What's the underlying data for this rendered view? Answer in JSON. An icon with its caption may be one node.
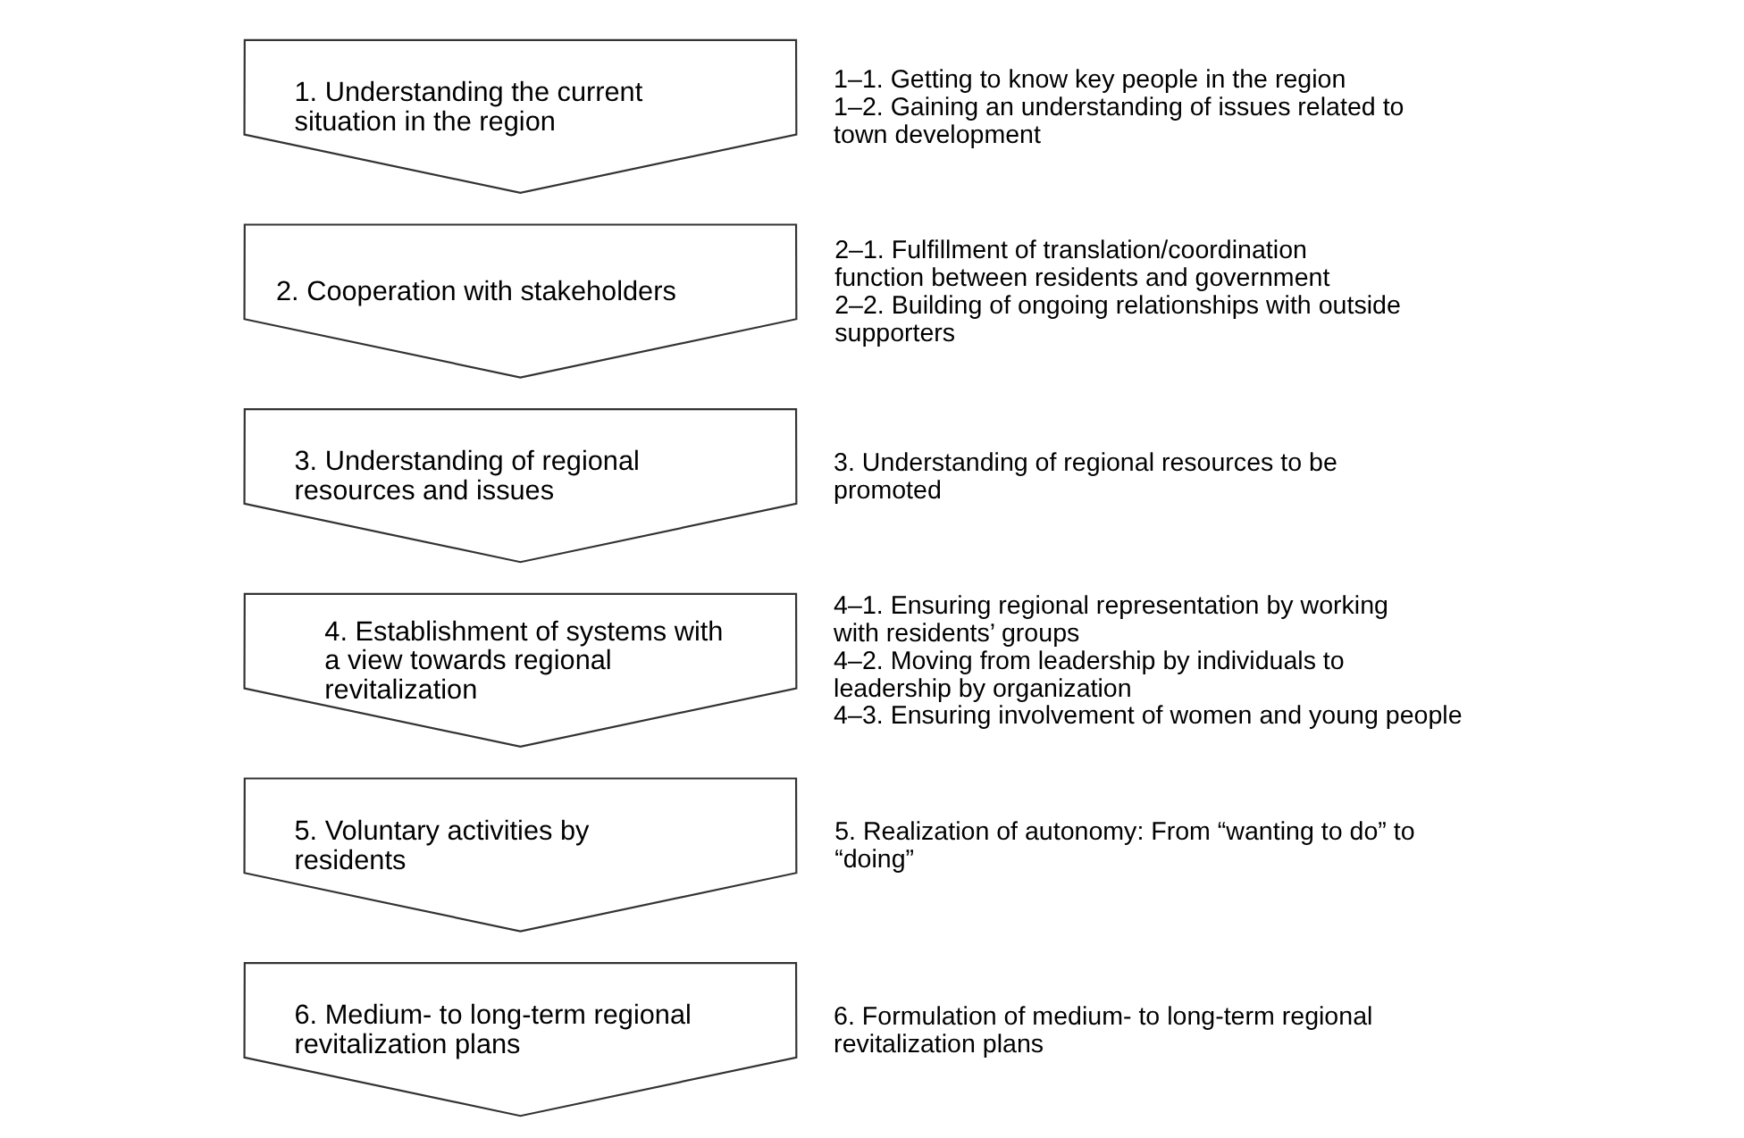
{
  "diagram": {
    "nodes": [
      {
        "text": [
          "1. Understanding the current situation in the region"
        ],
        "beside": [
          "1–1. Getting to know key people in the region",
          "1–2. Gaining an understanding of issues related to town development"
        ]
      },
      {
        "text": [
          "2. Cooperation with stakeholders"
        ],
        "beside": [
          "2–1. Fulfillment of translation/coordination function between residents and government",
          "2–2. Building of ongoing relationships with outside supporters"
        ]
      },
      {
        "text": [
          "3. Understanding of regional resources and issues"
        ],
        "beside": [
          "3. Understanding of regional resources to be promoted"
        ]
      },
      {
        "text": [
          "4. Establishment of systems with a view towards regional revitalization"
        ],
        "beside": [
          "4–1. Ensuring regional representation by working with residents’ groups",
          "4–2. Moving from leadership by individuals to leadership by organization",
          "4–3. Ensuring involvement of women and young people"
        ]
      },
      {
        "text": [
          "5. Voluntary activities by residents"
        ],
        "beside": [
          "5. Realization of autonomy: From “wanting to do” to “doing”"
        ]
      },
      {
        "text": [
          "6. Medium- to long-term regional revitalization plans"
        ],
        "beside": [
          "6. Formulation of medium- to long-term regional revitalization plans"
        ]
      }
    ]
  }
}
